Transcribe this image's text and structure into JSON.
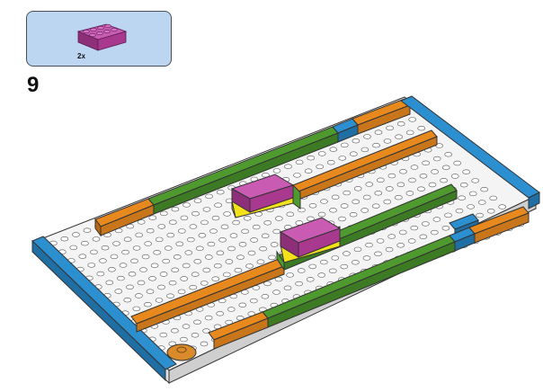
{
  "callout": {
    "quantity": "2x",
    "part_color": "#b23f9a",
    "part_name": "brick-2x4"
  },
  "step_number": "9",
  "colors": {
    "baseplate_white": "#f4f4f4",
    "green": "#4e9a2f",
    "orange": "#e8891e",
    "blue": "#2c8fd0",
    "magenta": "#b23f9a",
    "yellow": "#f3e21b",
    "tan": "#d98a2a"
  }
}
